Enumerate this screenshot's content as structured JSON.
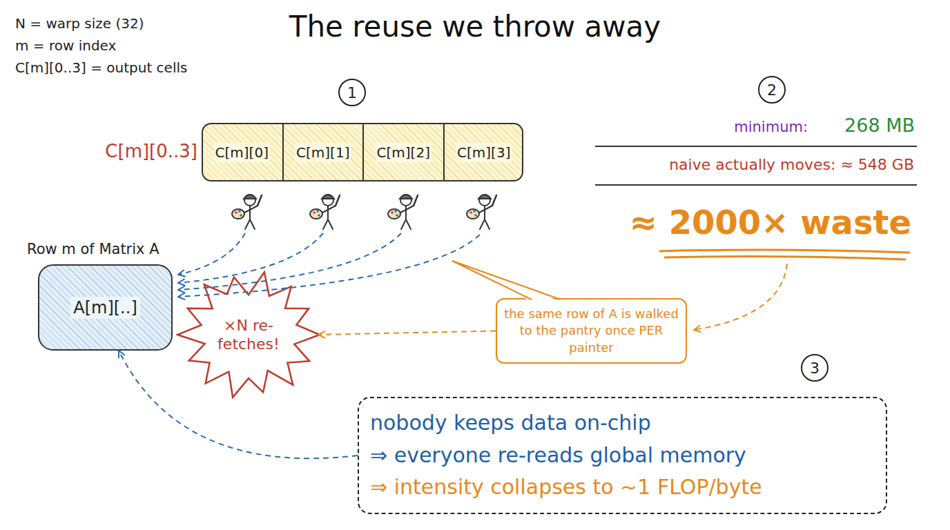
{
  "diagram": {
    "title": "The reuse we throw away",
    "nodes": [
      {
        "text": [
          "C[m][0..3]"
        ]
      },
      {
        "text": [
          "C[m][0]"
        ],
        "in": 0
      },
      {
        "text": [
          "C[m][1]"
        ],
        "in": 0
      },
      {
        "text": [
          "C[m][2]"
        ],
        "in": 0
      },
      {
        "text": [
          "C[m][3]"
        ],
        "in": 0
      },
      {
        "text": [
          "Row m of Matrix A",
          "A[m][..]"
        ]
      },
      {
        "text": [
          "×N re-fetches!"
        ]
      },
      {
        "text": [
          "the same row of A is walked to the pantry once PER painter"
        ]
      },
      {
        "text": [
          "nobody keeps data on-chip",
          "⇒ everyone re-reads global memory",
          "⇒ intensity collapses to ~1 FLOP/byte"
        ]
      }
    ],
    "edges": [
      {
        "from": 7,
        "to": 6,
        "arrow": "to"
      },
      {
        "from": 8,
        "to": 5,
        "arrow": "to"
      }
    ],
    "labels": [
      "N = warp size (32)",
      "m = row index",
      "C[m][0..3] = output cells",
      "1",
      "2",
      "minimum:",
      "268 MB",
      "naive actually moves: ≈ 548 GB",
      "≈ 2000× waste",
      "3"
    ]
  }
}
